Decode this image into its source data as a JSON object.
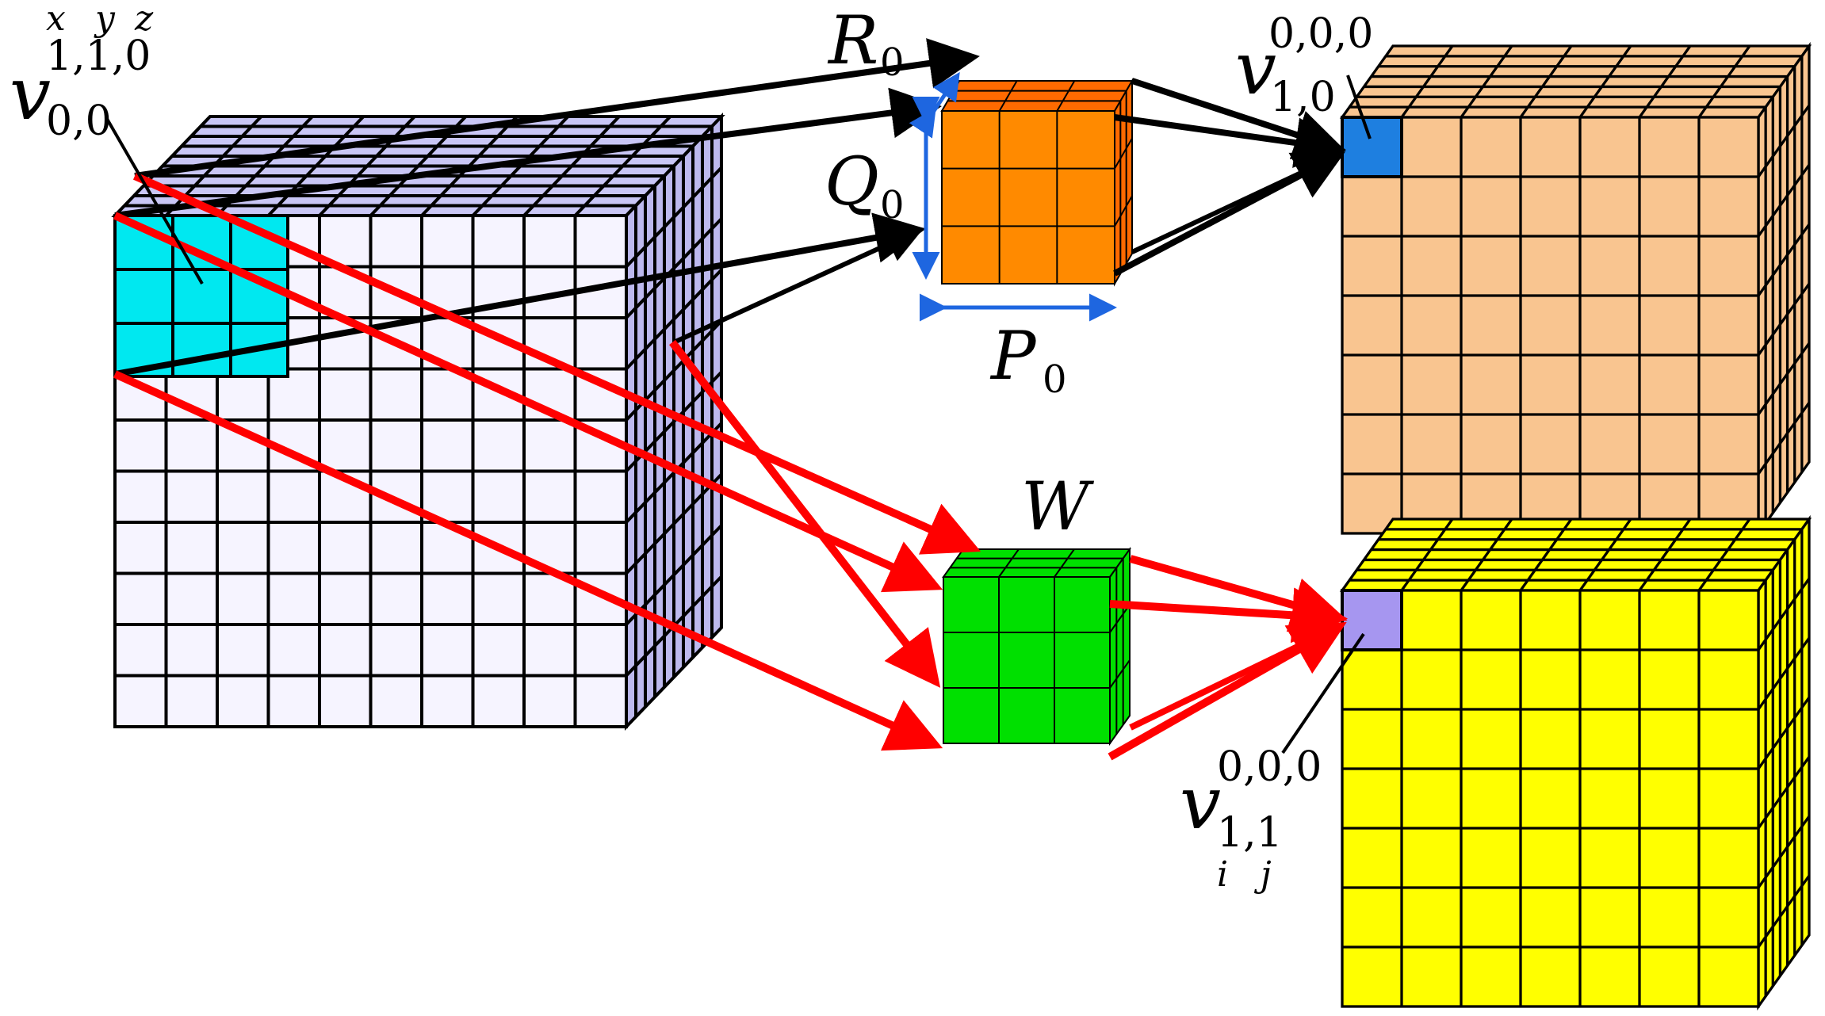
{
  "labels": {
    "input_cell": {
      "main": "v",
      "sup": "1,1,0",
      "sub": "0,0",
      "axes": [
        "x",
        "y",
        "z"
      ]
    },
    "filter_r": {
      "main": "R",
      "sub": "0"
    },
    "filter_q": {
      "main": "Q",
      "sub": "0"
    },
    "filter_p": {
      "main": "P",
      "sub": "0"
    },
    "weight": {
      "main": "W"
    },
    "out_top_cell": {
      "main": "v",
      "sup": "0,0,0",
      "sub": "1,0"
    },
    "out_bottom_cell": {
      "main": "v",
      "sup": "0,0,0",
      "sub": "1,1",
      "idx": [
        "i",
        "j"
      ]
    }
  },
  "colors": {
    "input_face": "#f6f4ff",
    "input_top": "#c9c6f5",
    "input_side": "#bdb9ee",
    "input_highlight": "#00e8f0",
    "filter_orange": "#ff8a00",
    "filter_orange_top": "#ff6a00",
    "filter_green": "#00e000",
    "out_top": "#f9c590",
    "out_top_cell": "#1e7fe0",
    "out_bottom": "#ffff00",
    "out_bottom_cell": "#a696f0",
    "arrow_black": "#000000",
    "arrow_red": "#ff0000",
    "dimension_arrow": "#1e66e0"
  }
}
